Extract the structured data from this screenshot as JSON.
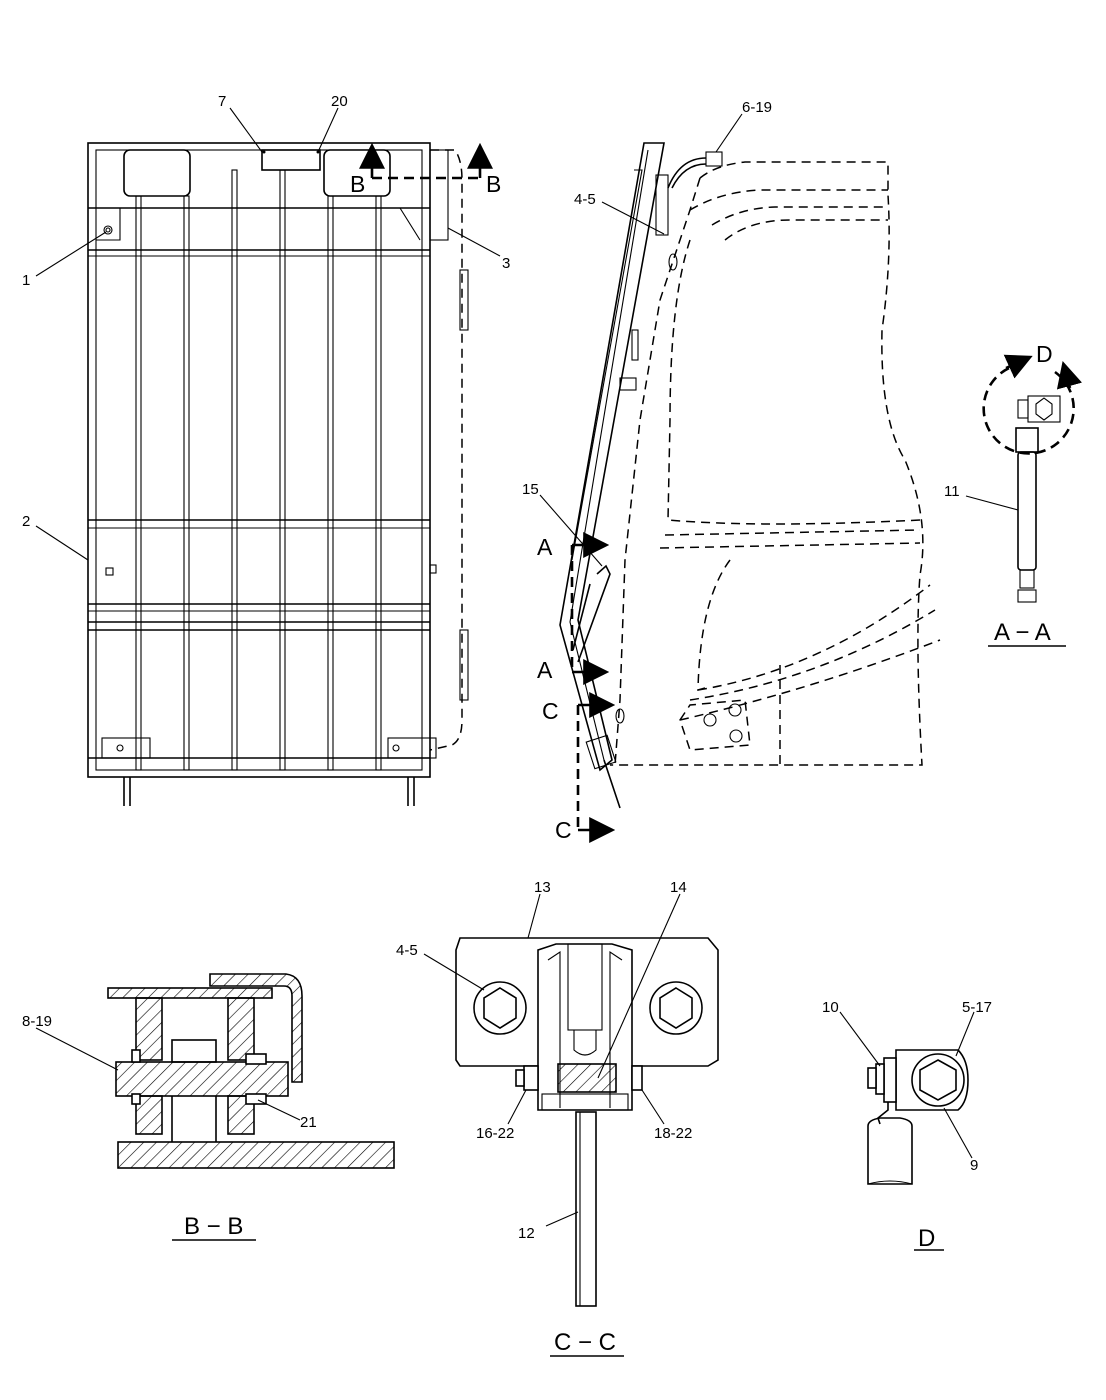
{
  "callouts": {
    "c7": "7",
    "c20": "20",
    "c1": "1",
    "c3": "3",
    "c2": "2",
    "c6_19": "6-19",
    "c4_5_top": "4-5",
    "c15": "15",
    "c11": "11",
    "c13": "13",
    "c14": "14",
    "c4_5_cc": "4-5",
    "c16_22": "16-22",
    "c18_22": "18-22",
    "c12": "12",
    "c8_19": "8-19",
    "c21": "21",
    "c10": "10",
    "c5_17": "5-17",
    "c9": "9"
  },
  "section_marks": {
    "b_left": "B",
    "b_right": "B",
    "a_top": "A",
    "a_bottom": "A",
    "c_top": "C",
    "c_bottom": "C",
    "d_detail": "D"
  },
  "view_titles": {
    "aa": "A − A",
    "bb": "B − B",
    "cc": "C − C",
    "d": "D"
  }
}
